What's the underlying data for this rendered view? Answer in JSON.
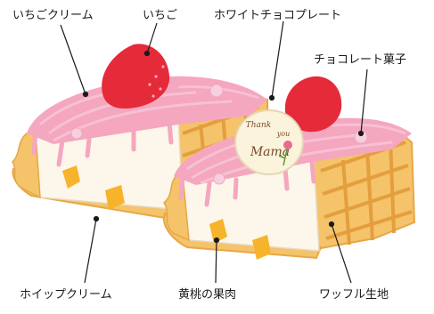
{
  "labels": {
    "strawberry_cream": "いちごクリーム",
    "strawberry": "いちご",
    "white_choco_plate": "ホワイトチョコプレート",
    "choco_sweets": "チョコレート菓子",
    "whipped_cream": "ホイップクリーム",
    "yellow_peach": "黄桃の果肉",
    "waffle_dough": "ワッフル生地"
  },
  "plate": {
    "line1": "Thank",
    "line2": "you",
    "line3": "Mama"
  },
  "colors": {
    "pink_cream": "#f4a7bf",
    "pink_drizzle": "#f29ab7",
    "strawberry_red": "#e52a3a",
    "waffle": "#f4c36a",
    "waffle_dark": "#e7a746",
    "whipped": "#fdf6ea",
    "peach": "#f7b32b",
    "plate": "#fbf3dc"
  }
}
